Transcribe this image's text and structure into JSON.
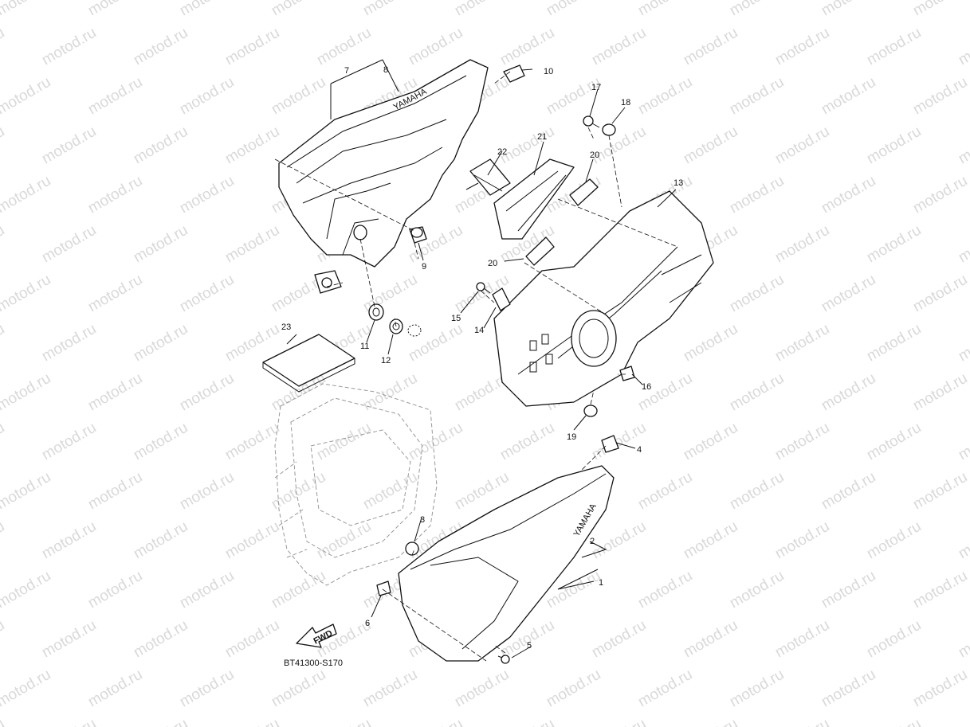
{
  "watermark": {
    "text": "motod.ru"
  },
  "diagram": {
    "code": "BT41300-S170",
    "fwd_label": "FWD",
    "brand_marks": [
      "YAMAHA",
      "YAMAHA"
    ],
    "callouts": [
      "1",
      "2",
      "3",
      "4",
      "5",
      "6",
      "7",
      "8",
      "9",
      "10",
      "11",
      "12",
      "13",
      "14",
      "15",
      "16",
      "17",
      "18",
      "19",
      "20",
      "20",
      "21",
      "22",
      "23"
    ]
  }
}
